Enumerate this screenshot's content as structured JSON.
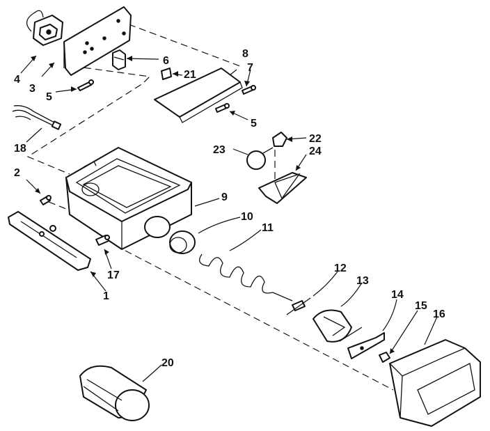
{
  "callouts": {
    "c1": "1",
    "c2": "2",
    "c3": "3",
    "c4": "4",
    "c5a": "5",
    "c5b": "5",
    "c6": "6",
    "c7": "7",
    "c8": "8",
    "c9": "9",
    "c10": "10",
    "c11": "11",
    "c12": "12",
    "c13": "13",
    "c14": "14",
    "c15": "15",
    "c16": "16",
    "c17": "17",
    "c18": "18",
    "c20": "20",
    "c21": "21",
    "c22": "22",
    "c23": "23",
    "c24": "24"
  }
}
